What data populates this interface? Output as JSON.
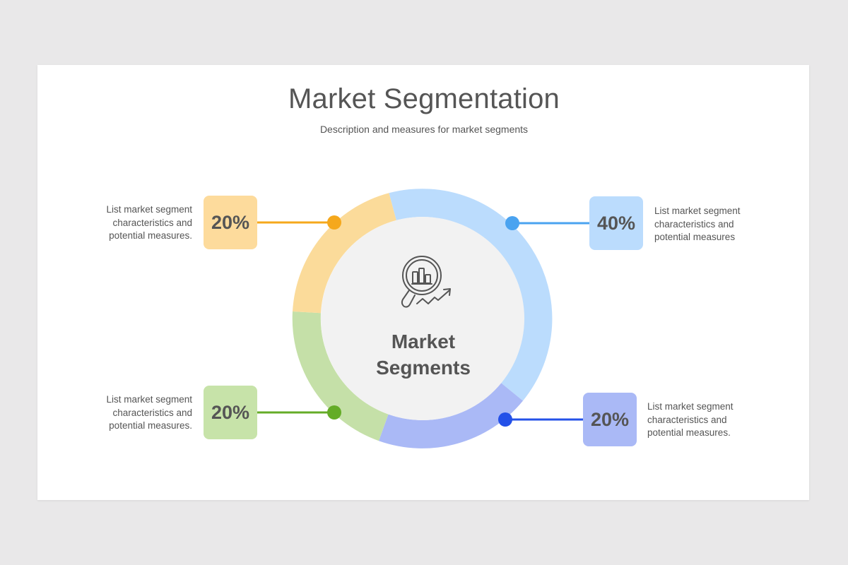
{
  "title": "Market Segmentation",
  "subtitle": "Description and measures for market segments",
  "center": {
    "line1": "Market",
    "line2": "Segments",
    "icon": "magnifier-chart-icon"
  },
  "segments": [
    {
      "percent": "20%",
      "value": 20,
      "ring_color": "#fbdb9a",
      "box_color": "#fddb9c",
      "accent_color": "#f5a81c",
      "desc": [
        "List market segment",
        "characteristics and",
        "potential measures."
      ]
    },
    {
      "percent": "40%",
      "value": 40,
      "ring_color": "#bbdcfd",
      "box_color": "#bbdcfd",
      "accent_color": "#4aa3f0",
      "desc": [
        "List market segment",
        "characteristics and",
        "potential measures"
      ]
    },
    {
      "percent": "20%",
      "value": 20,
      "ring_color": "#c5e0a8",
      "box_color": "#c7e3a9",
      "accent_color": "#64ac27",
      "desc": [
        "List market segment",
        "characteristics and",
        "potential measures."
      ]
    },
    {
      "percent": "20%",
      "value": 20,
      "ring_color": "#aab9f6",
      "box_color": "#aab9f6",
      "accent_color": "#2451e8",
      "desc": [
        "List market segment",
        "characteristics and",
        "potential measures."
      ]
    }
  ],
  "colors": {
    "background": "#e9e8e9",
    "slide": "#ffffff",
    "center_fill": "#f2f2f2",
    "text": "#555555"
  }
}
